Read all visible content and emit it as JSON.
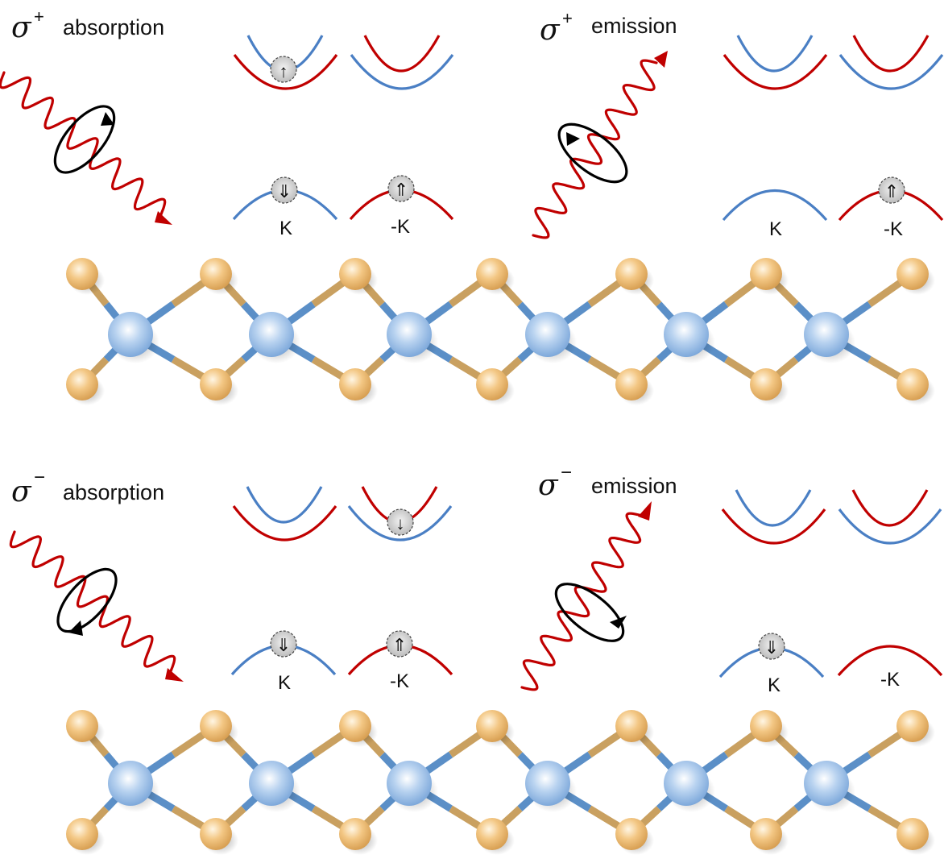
{
  "top": {
    "absorption": {
      "sigma": "σ",
      "sign": "+",
      "label": "absorption"
    },
    "emission": {
      "sigma": "σ",
      "sign": "+",
      "label": "emission"
    },
    "valleys": {
      "k": "K",
      "mk": "-K"
    }
  },
  "bottom": {
    "absorption": {
      "sigma": "σ",
      "sign": "−",
      "label": "absorption"
    },
    "emission": {
      "sigma": "σ",
      "sign": "−",
      "label": "emission"
    },
    "valleys": {
      "k": "K",
      "mk": "-K"
    }
  },
  "colors": {
    "red": "#c00000",
    "blue": "#4a7fc4",
    "bond_gold": "#c9a060",
    "bond_blue": "#5b8fc7",
    "chalcogen": "#f0c27d",
    "metal": "#a9c8ec"
  },
  "glyphs": {
    "spin_up": "↑",
    "spin_down": "↓",
    "spin_up_double": "⇑",
    "spin_down_double": "⇓"
  }
}
